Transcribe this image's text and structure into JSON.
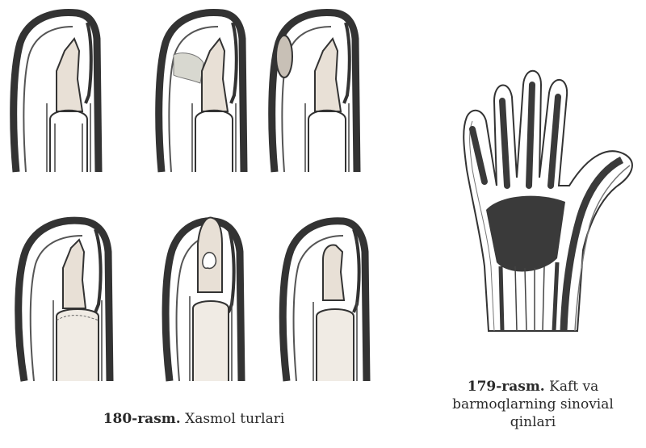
{
  "figure_180": {
    "number": "180-rasm.",
    "title": "Xasmol turlari"
  },
  "figure_179": {
    "number": "179-rasm.",
    "title_line1": "Kaft va",
    "title_line2": "barmoqlarning sinovial",
    "title_line3": "qinlari"
  },
  "colors": {
    "ink": "#2a2a2a",
    "shade": "#3a3a3a",
    "bone_fill": "#e8e0d6",
    "background": "#ffffff"
  }
}
